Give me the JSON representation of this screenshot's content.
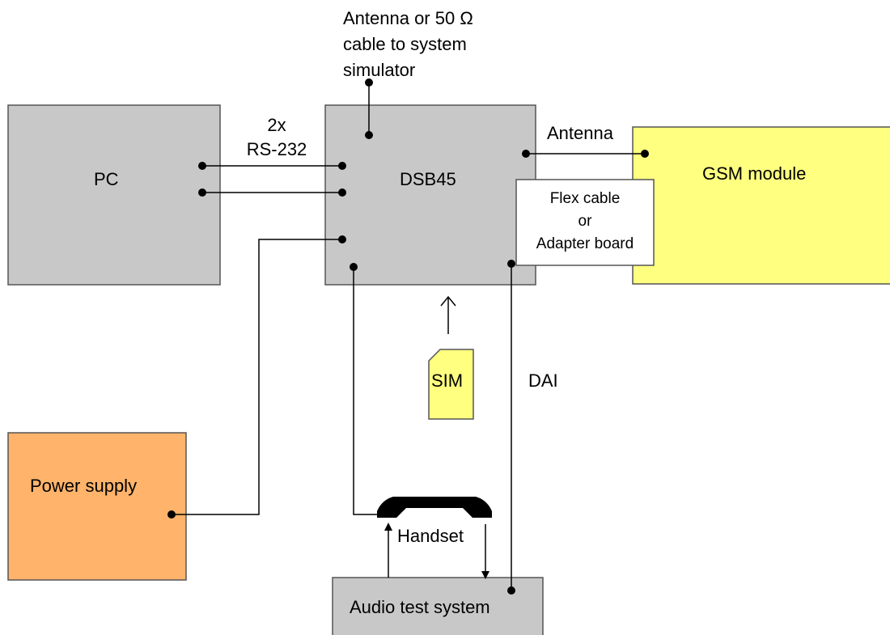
{
  "nodes": {
    "pc": {
      "label": "PC",
      "color": "#c8c8c8"
    },
    "dsb45": {
      "label": "DSB45",
      "color": "#c8c8c8"
    },
    "gsm_module": {
      "label": "GSM module",
      "color": "#ffff80"
    },
    "flex_cable": {
      "line1": "Flex cable",
      "line2": "or",
      "line3": "Adapter board",
      "color": "#ffffff"
    },
    "power_supply": {
      "label": "Power supply",
      "color": "#ffb36b"
    },
    "audio_test_system": {
      "label": "Audio test system",
      "color": "#c8c8c8"
    },
    "sim": {
      "label": "SIM",
      "color": "#ffff80"
    }
  },
  "labels": {
    "antenna_sim_line1": "Antenna or 50 Ω",
    "antenna_sim_line2": "cable to system",
    "antenna_sim_line3": "simulator",
    "rs232_line1": "2x",
    "rs232_line2": "RS-232",
    "antenna": "Antenna",
    "dai": "DAI",
    "handset": "Handset"
  },
  "icons": {
    "handset": "telephone-handset-icon",
    "sim_arrow": "arrow-up-icon"
  }
}
